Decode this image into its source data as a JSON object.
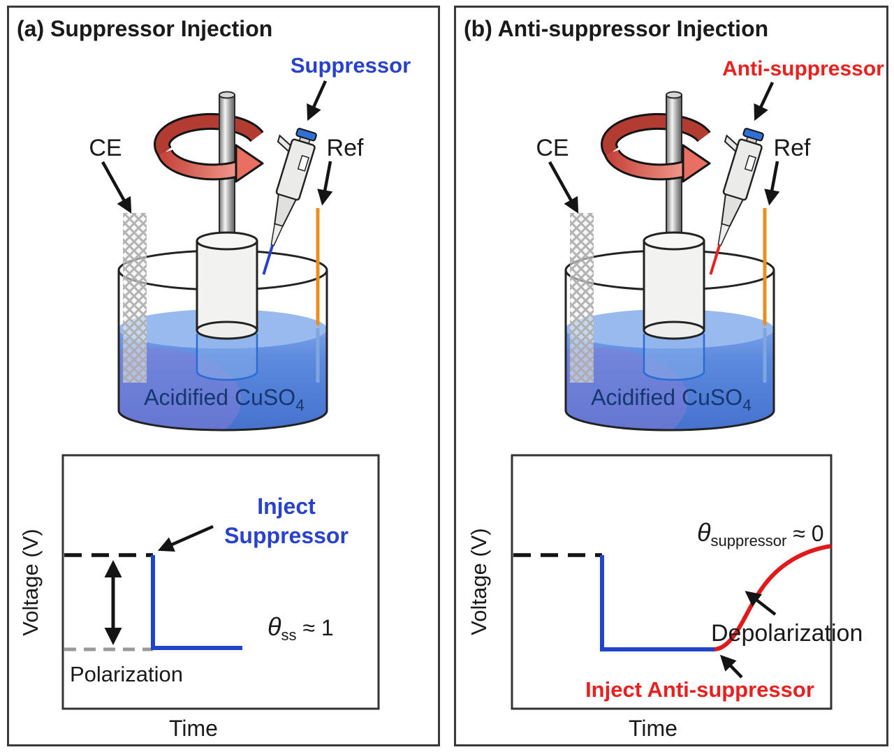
{
  "figure_type": "two-panel electrochemistry schematic",
  "colors": {
    "suppressor_blue": "#2942cc",
    "anti_suppressor_red": "#e8201e",
    "trace_blue": "#2244cc",
    "trace_red": "#e0191b",
    "reference_orange": "#e8901f",
    "solution_text_navy": "#16376e",
    "panel_border": "#3a3a3a",
    "rotation_arrow_red": "#c5463c"
  },
  "panel_a": {
    "title": "(a) Suppressor Injection",
    "apparatus": {
      "injection_label": "Suppressor",
      "ce_label": "CE",
      "ref_label": "Ref",
      "solution_main": "Acidified CuSO",
      "solution_sub": "4"
    },
    "graph": {
      "y_label": "Voltage (V)",
      "x_label": "Time",
      "inject_line1": "Inject",
      "inject_line2": "Suppressor",
      "theta_symbol": "θ",
      "theta_sub": "ss",
      "theta_approx": " ≈ 1",
      "polarization": "Polarization",
      "trace_description": "Voltage holds at a high open-circuit plateau (black dashed), drops vertically (blue) when suppressor is injected, then remains at a low suppressed plateau with θss ≈ 1; double arrow marks the polarization magnitude."
    }
  },
  "panel_b": {
    "title": "(b) Anti-suppressor Injection",
    "apparatus": {
      "injection_label": "Anti-suppressor",
      "ce_label": "CE",
      "ref_label": "Ref",
      "solution_main": "Acidified CuSO",
      "solution_sub": "4"
    },
    "graph": {
      "y_label": "Voltage (V)",
      "x_label": "Time",
      "theta_symbol": "θ",
      "theta_sub": "suppressor",
      "theta_approx": " ≈ 0",
      "depolarization": "Depolarization",
      "inject_label": "Inject Anti-suppressor",
      "trace_description": "Voltage drops to a polarized plateau (blue); after anti-suppressor injection the voltage recovers along a red exponential depolarization curve approaching θsuppressor ≈ 0."
    }
  }
}
